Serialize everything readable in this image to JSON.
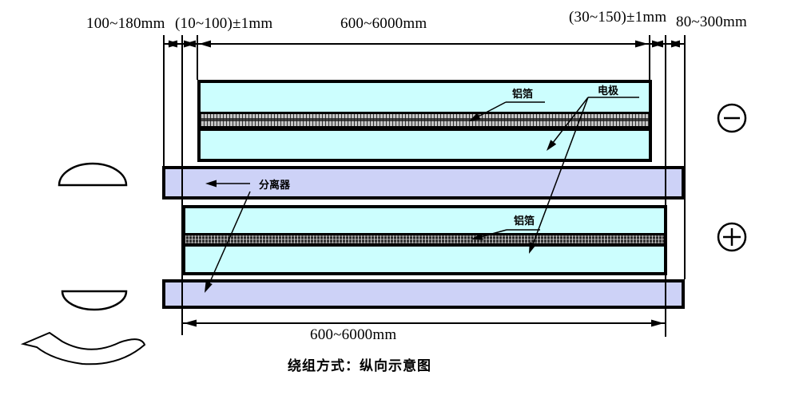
{
  "caption": "绕组方式：纵向示意图",
  "dims": {
    "left_margin": "100~180mm",
    "left_offset": "(10~100)±1mm",
    "length_top": "600~6000mm",
    "right_offset": "(30~150)±1mm",
    "right_margin": "80~300mm",
    "length_bottom": "600~6000mm"
  },
  "labels": {
    "aluminum_foil_top": "铝箔",
    "electrode": "电极",
    "aluminum_foil_bottom": "铝箔",
    "separator": "分离器"
  },
  "terminals": {
    "negative_symbol": "−",
    "positive_symbol": "+"
  },
  "colors": {
    "electrode_fill": "#CCFEFE",
    "separator_fill": "#CDD2F7",
    "foil_light_hatch": "#BDBDBD",
    "foil_dark_hatch": "#4A4A4A",
    "line": "#000000"
  }
}
